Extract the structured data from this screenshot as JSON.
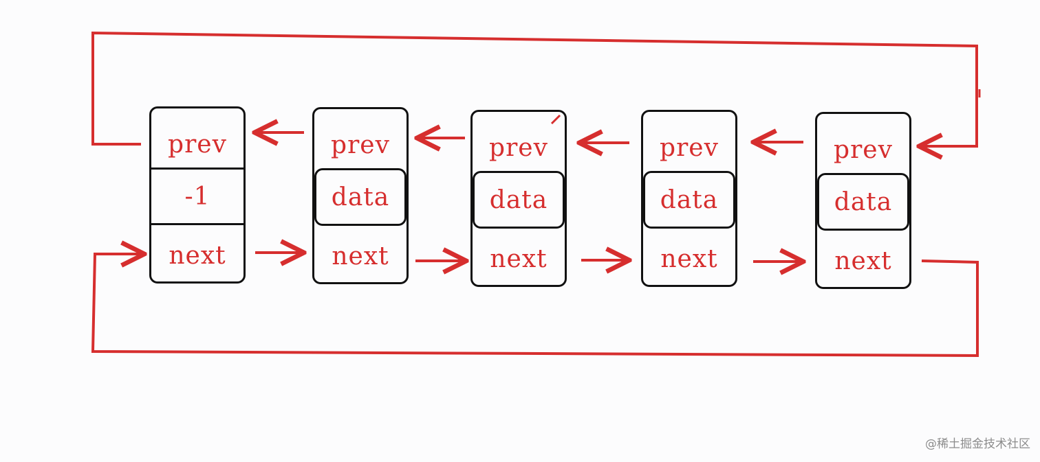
{
  "diagram": {
    "nodes": [
      {
        "prev": "prev",
        "data": "-1",
        "next": "next"
      },
      {
        "prev": "prev",
        "data": "data",
        "next": "next"
      },
      {
        "prev": "prev",
        "data": "data",
        "next": "next"
      },
      {
        "prev": "prev",
        "data": "data",
        "next": "next"
      },
      {
        "prev": "prev",
        "data": "data",
        "next": "next"
      }
    ],
    "colors": {
      "node_border": "#111111",
      "pointer": "#d62e2e",
      "label": "#d62e2e"
    }
  },
  "watermark": "@稀土掘金技术社区"
}
